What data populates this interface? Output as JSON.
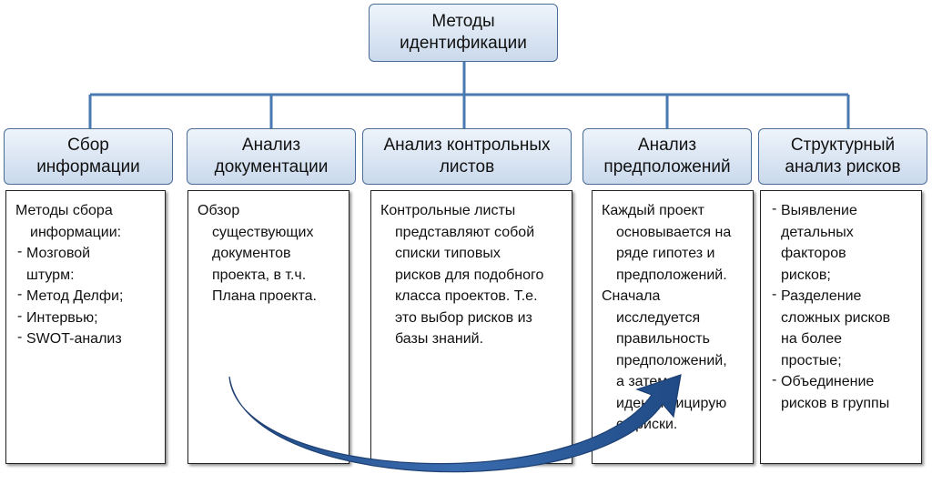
{
  "root": {
    "line1": "Методы",
    "line2": "идентификации"
  },
  "categories": [
    {
      "title": "Сбор\nинформации",
      "intro": "Методы сбора",
      "intro_cont": "информации:",
      "items": [
        "Мозговой",
        "штурм:",
        "Метод Делфи;",
        "Интервью;",
        "SWOT-анализ"
      ]
    },
    {
      "title": "Анализ\nдокументации",
      "lines": [
        "Обзор",
        "существующих",
        "документов",
        "проекта, в т.ч.",
        "Плана проекта."
      ]
    },
    {
      "title": "Анализ контрольных\nлистов",
      "lines": [
        "Контрольные листы",
        "представляют собой",
        "списки типовых",
        "рисков для подобного",
        "класса проектов. Т.е.",
        "это выбор рисков из",
        "базы знаний."
      ]
    },
    {
      "title": "Анализ\nпредположений",
      "lines": [
        "Каждый проект",
        "основывается на",
        "ряде гипотез и",
        "предположений."
      ],
      "lines2": [
        "Сначала",
        "исследуется",
        "правильность",
        "предположений,",
        "а затем",
        "идентифицирую",
        "ся риски."
      ]
    },
    {
      "title": "Структурный\nанализ рисков",
      "items": [
        [
          "Выявление",
          "детальных",
          "факторов",
          "рисков;"
        ],
        [
          "Разделение",
          "сложных рисков",
          "на более",
          "простые;"
        ],
        [
          "Объединение",
          "рисков в группы"
        ]
      ]
    }
  ],
  "colors": {
    "connector": "#4a78b0",
    "box_border": "#4a6d94",
    "arrow_fill": "#2d5a9a"
  }
}
